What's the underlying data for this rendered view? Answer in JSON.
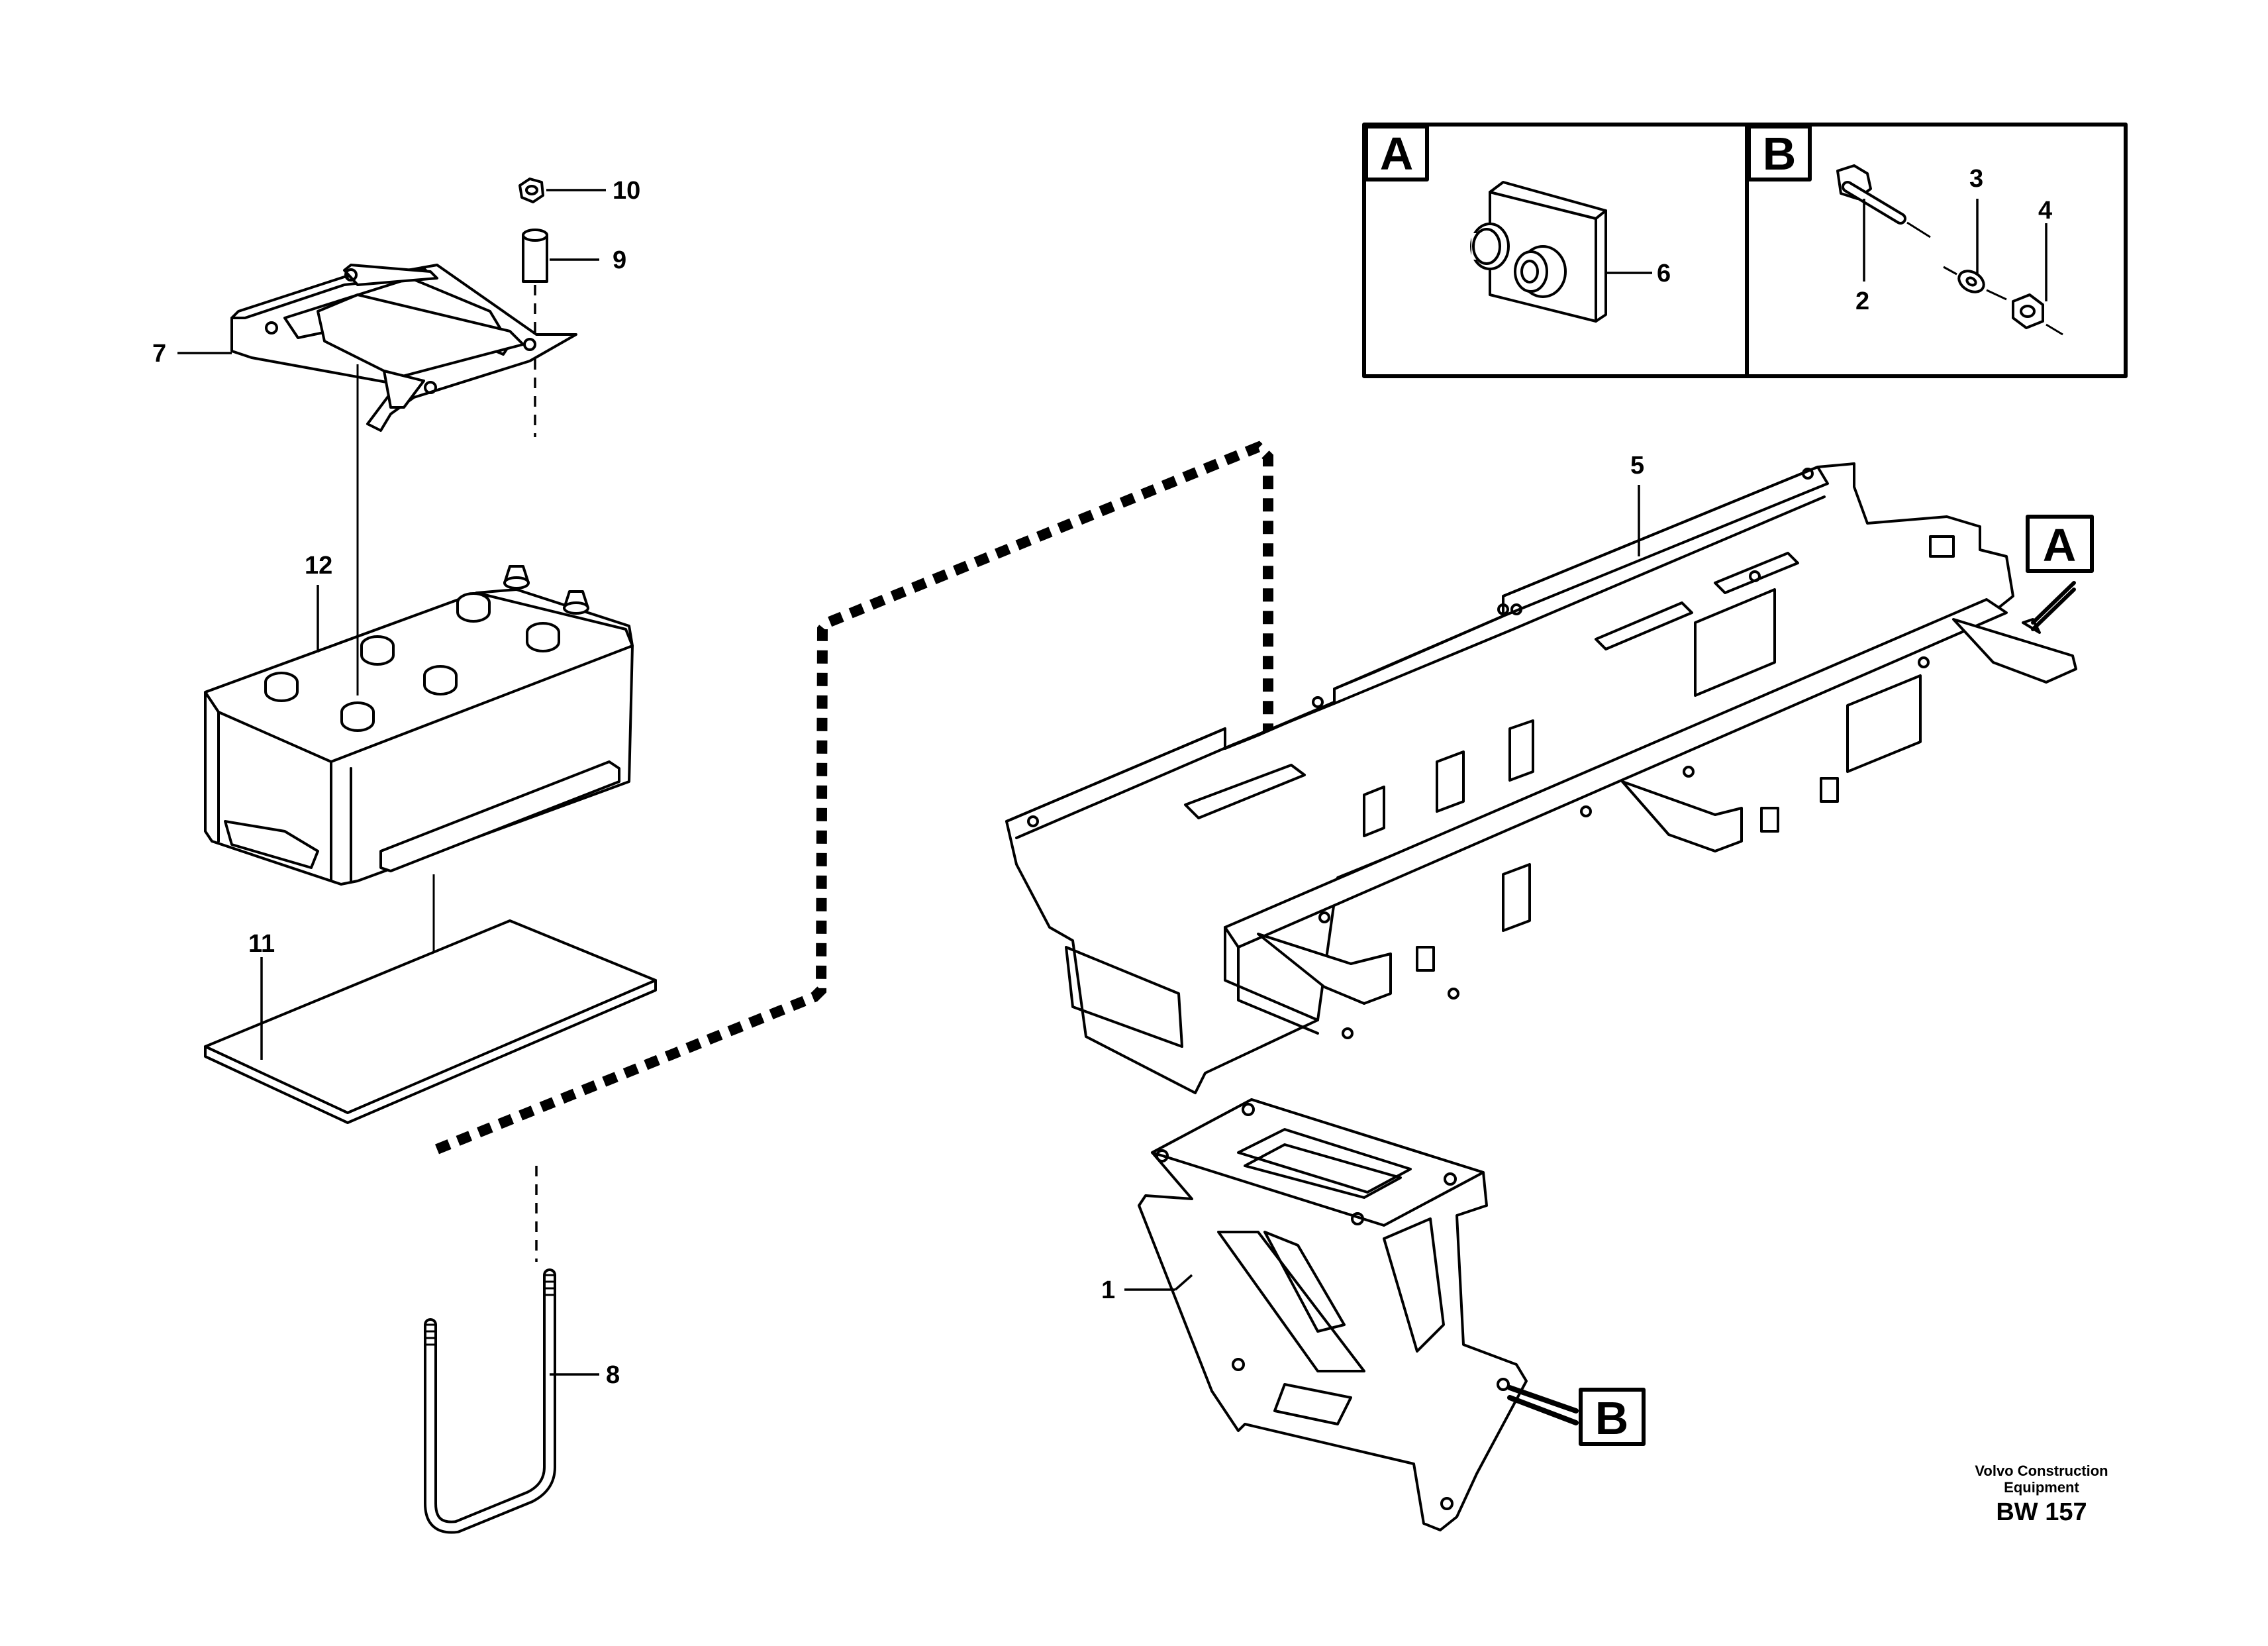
{
  "callouts": {
    "p1": "1",
    "p2": "2",
    "p3": "3",
    "p4": "4",
    "p5": "5",
    "p6": "6",
    "p7": "7",
    "p8": "8",
    "p9": "9",
    "p10": "10",
    "p11": "11",
    "p12": "12"
  },
  "detail_views": {
    "a_label": "A",
    "b_label": "B"
  },
  "view_markers": {
    "a_label": "A",
    "b_label": "B"
  },
  "footer": {
    "brand_line1": "Volvo Construction",
    "brand_line2": "Equipment",
    "drawing_code": "BW 157"
  }
}
